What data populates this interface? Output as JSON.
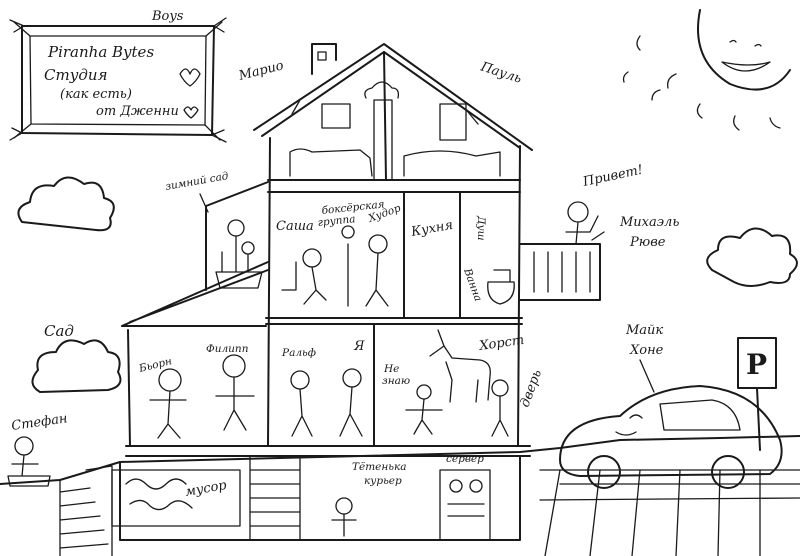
{
  "sign": {
    "corner": "Boys",
    "line1": "Piranha Bytes",
    "line2": "Студия",
    "line3": "(как есть)",
    "line4": "от Дженни"
  },
  "labels": {
    "mario": "Марио",
    "paul": "Пауль",
    "winter_garden": "зимний сад",
    "sasha": "Саша",
    "boxing_group": "боксёрская",
    "boxing_group_2": "группа",
    "tudor": "Худор",
    "kitchen": "Кухня",
    "shower": "Душ",
    "bathroom": "Ванна",
    "hello": "Привет!",
    "michael": "Михаэль",
    "michael_2": "Рюве",
    "garden": "Сад",
    "bjorn": "Бьорн",
    "philipp": "Филипп",
    "ralf": "Ральф",
    "ya": "Я",
    "ne_znayu": "Не",
    "ne_znayu_2": "знаю",
    "horst": "Хорст",
    "door": "дверь",
    "mike": "Майк",
    "mike_2": "Хоне",
    "stefan": "Стефан",
    "trash": "мусор",
    "aunt": "Тётенька",
    "courier": "курьер",
    "server": "сервер",
    "parking": "P"
  },
  "icons": [
    "sun-icon",
    "cloud-icon",
    "house-icon",
    "car-icon",
    "parking-sign-icon",
    "sofa-icon",
    "flower-icon",
    "unicorn-icon"
  ]
}
